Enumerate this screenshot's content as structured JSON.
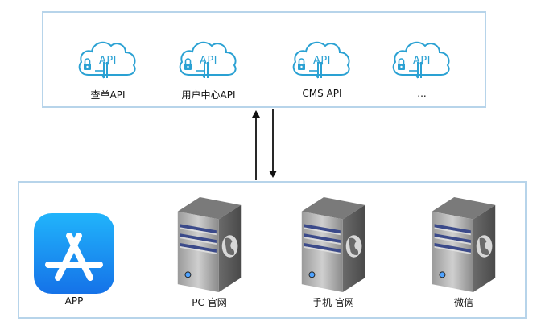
{
  "api_layer": {
    "items": [
      {
        "cloud_text": "API",
        "label": "查单API"
      },
      {
        "cloud_text": "API",
        "label": "用户中心API"
      },
      {
        "cloud_text": "API",
        "label": "CMS API"
      },
      {
        "cloud_text": "API",
        "label": "..."
      }
    ]
  },
  "client_layer": {
    "items": [
      {
        "label": "APP",
        "icon": "app-store-icon"
      },
      {
        "label": "PC 官网",
        "icon": "server-icon"
      },
      {
        "label": "手机 官网",
        "icon": "server-icon"
      },
      {
        "label": "微信",
        "icon": "server-icon"
      }
    ]
  },
  "colors": {
    "panel_border": "#b7d4ea",
    "cloud": "#2aa1d3",
    "app_icon": "#1a8cf0",
    "server_body": "#4a4a4a"
  }
}
